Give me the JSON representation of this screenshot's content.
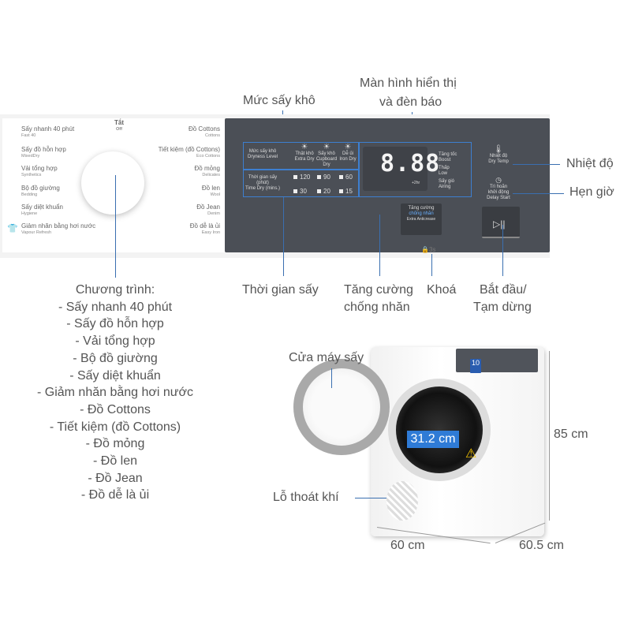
{
  "callouts": {
    "dryness": "Mức sấy khô",
    "display_line1": "Màn hình hiển thị",
    "display_line2": "và đèn báo",
    "temp": "Nhiệt độ",
    "timer": "Hẹn giờ",
    "time_dry": "Thời gian sấy",
    "anticrease_line1": "Tăng cường",
    "anticrease_line2": "chống nhăn",
    "lock": "Khoá",
    "start_line1": "Bắt đầu/",
    "start_line2": "Tạm dừng",
    "door": "Cửa máy sấy",
    "vent": "Lỗ thoát khí"
  },
  "programs_title": "Chương trình:",
  "programs": [
    "- Sấy nhanh 40 phút",
    "- Sấy đồ hỗn hợp",
    "- Vải tổng hợp",
    "- Bộ đồ giường",
    "- Sấy diệt khuẩn",
    "- Giảm nhăn bằng hơi nước",
    "- Đồ Cottons",
    "- Tiết kiệm (đồ Cottons)",
    "- Đồ mỏng",
    "- Đồ len",
    "- Đồ Jean",
    "- Đồ dễ là ủi"
  ],
  "panel": {
    "off_vi": "Tắt",
    "off_en": "Off",
    "left_programs": [
      {
        "vi": "Sấy nhanh 40 phút",
        "en": "Fast 40"
      },
      {
        "vi": "Sấy đồ hỗn hợp",
        "en": "MixedDry"
      },
      {
        "vi": "Vải tổng hợp",
        "en": "Synthetics"
      },
      {
        "vi": "Bộ đồ giường",
        "en": "Bedding"
      },
      {
        "vi": "Sấy diệt khuẩn",
        "en": "Hygiene"
      },
      {
        "vi": "Giảm nhăn bằng hơi nước",
        "en": "Vapour Refresh"
      }
    ],
    "right_programs": [
      {
        "vi": "Đồ Cottons",
        "en": "Cottons"
      },
      {
        "vi": "Tiết kiệm (đồ Cottons)",
        "en": "Eco Cottons"
      },
      {
        "vi": "Đồ mỏng",
        "en": "Delicates"
      },
      {
        "vi": "Đồ len",
        "en": "Wool"
      },
      {
        "vi": "Đồ Jean",
        "en": "Denim"
      },
      {
        "vi": "Đồ dễ là ủi",
        "en": "Easy Iron"
      }
    ],
    "dryness_label": "Mức sấy khô",
    "dryness_label_en": "Dryness Level",
    "dryness_options": [
      {
        "vi": "Thật khô",
        "en": "Extra Dry"
      },
      {
        "vi": "Sấy khô",
        "en": "Cupboard Dry"
      },
      {
        "vi": "Dễ ủi",
        "en": "Iron Dry"
      }
    ],
    "time_label": "Thời gian sấy (phút)",
    "time_label_en": "Time Dry (mins.)",
    "time_options": [
      "120",
      "90",
      "60",
      "30",
      "20",
      "15"
    ],
    "display_digits": "8.88",
    "display_extra": "+2hr",
    "side_options": [
      {
        "vi": "Tăng tốc",
        "en": "Boost"
      },
      {
        "vi": "Thấp",
        "en": "Low"
      },
      {
        "vi": "Sấy gió",
        "en": "Airing"
      }
    ],
    "anticrease_vi1": "Tăng cường",
    "anticrease_vi2": "chống nhăn",
    "anticrease_en": "Extra Anticrease",
    "temp_vi": "Nhiệt độ",
    "temp_en": "Dry Temp",
    "delay_vi1": "Trì hoãn",
    "delay_vi2": "khởi động",
    "delay_en": "Delay Start",
    "lock_time": "3s"
  },
  "dimensions": {
    "drum": "31.2 cm",
    "height": "85 cm",
    "width": "60 cm",
    "depth": "60.5 cm"
  },
  "colors": {
    "accent": "#3a6fb0",
    "panel": "#4b4f56",
    "drum_label": "#2f7bd6"
  }
}
